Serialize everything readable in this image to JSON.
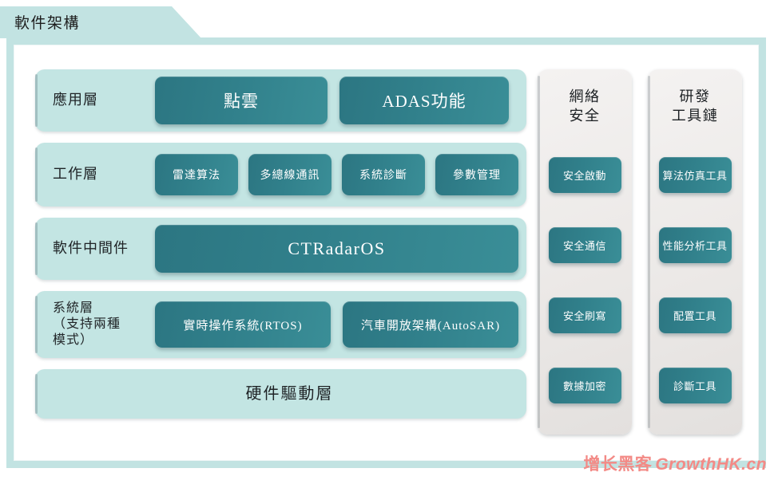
{
  "diagram": {
    "title": "軟件架構",
    "colors": {
      "frame": "#c2e3e2",
      "row_background": "#c3e5e3",
      "accent_box": "#31808b",
      "side_column_background": "#ebe8e6",
      "watermark": "#f38a86"
    },
    "layers": [
      {
        "id": "application",
        "label": "應用層",
        "boxes": [
          "點雲",
          "ADAS功能"
        ]
      },
      {
        "id": "work",
        "label": "工作層",
        "boxes": [
          "雷達算法",
          "多總線通訊",
          "系統診斷",
          "參數管理"
        ]
      },
      {
        "id": "middleware",
        "label": "軟件中間件",
        "boxes": [
          "CTRadarOS"
        ]
      },
      {
        "id": "system",
        "label": "系統層\n（支持兩種\n模式）",
        "boxes": [
          "實時操作系統(RTOS)",
          "汽車開放架構(AutoSAR)"
        ]
      },
      {
        "id": "hardware",
        "label": "硬件驅動層",
        "boxes": []
      }
    ],
    "side_columns": [
      {
        "id": "security",
        "title": "網絡\n安全",
        "items": [
          "安全啟動",
          "安全通信",
          "安全刷寫",
          "數據加密"
        ]
      },
      {
        "id": "toolchain",
        "title": "研發\n工具鏈",
        "items": [
          "算法仿真工具",
          "性能分析工具",
          "配置工具",
          "診斷工具"
        ]
      }
    ],
    "watermark": {
      "cn": "增长黑客",
      "en": "GrowthHK.cn"
    }
  }
}
